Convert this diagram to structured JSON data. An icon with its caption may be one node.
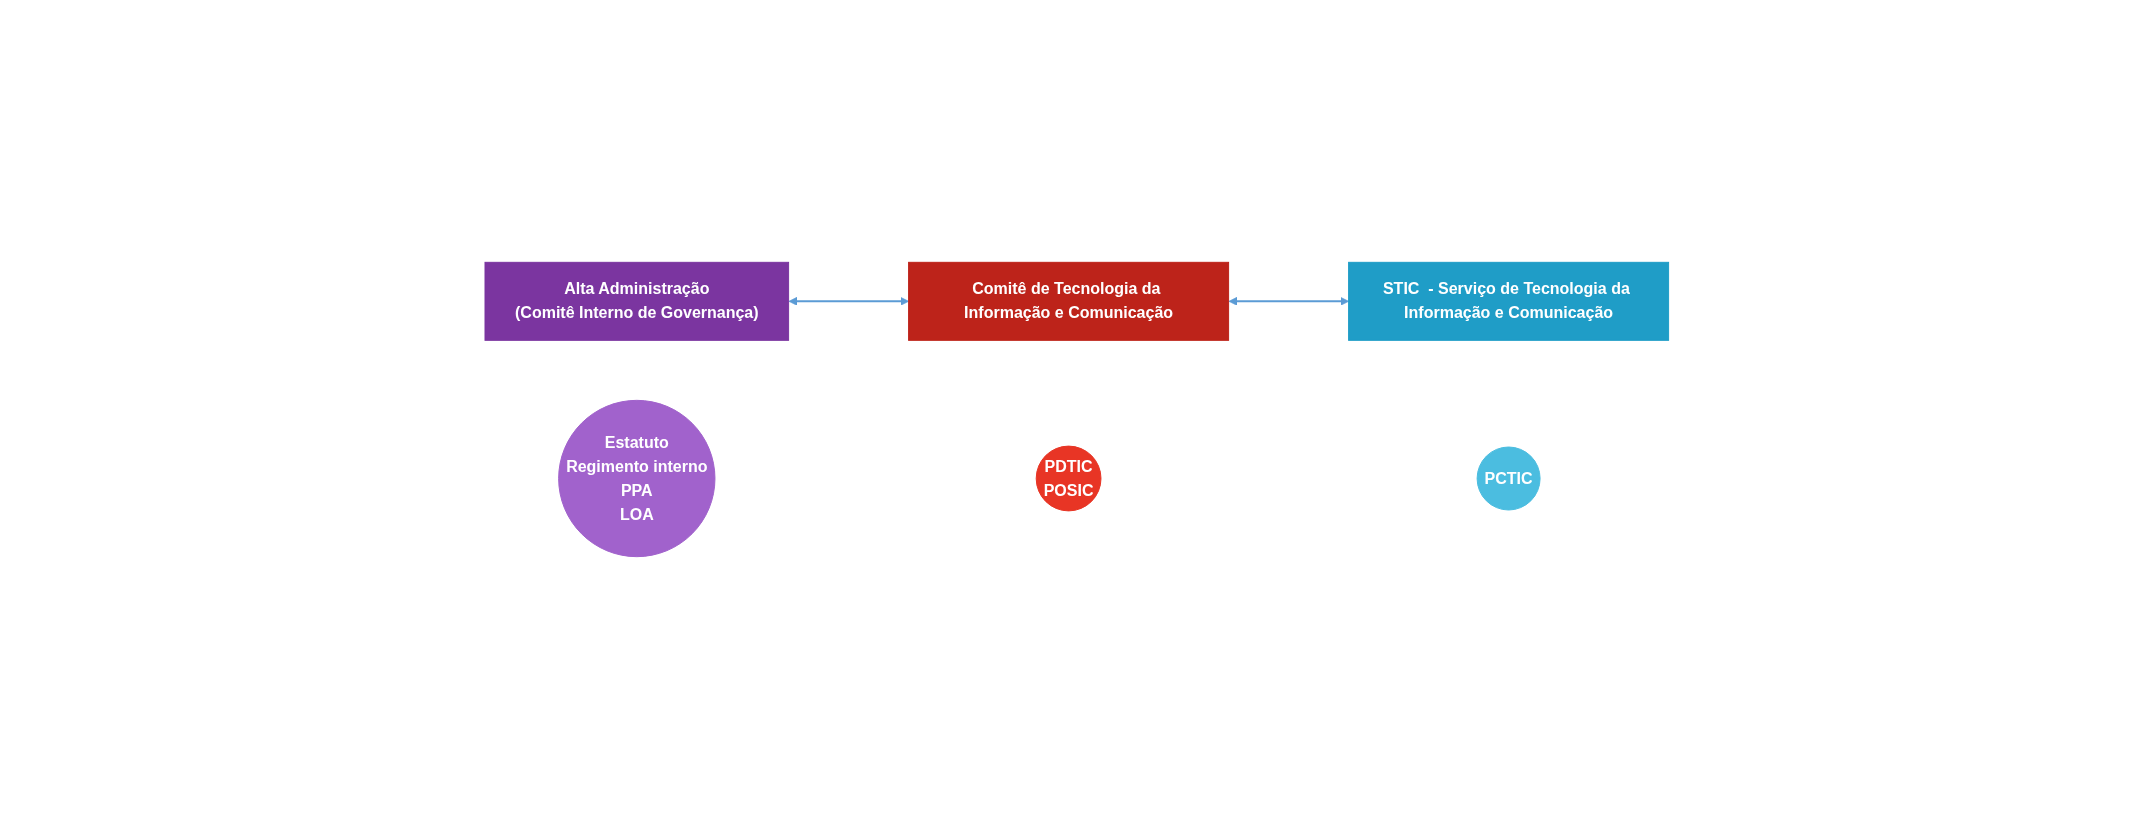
{
  "diagram": {
    "nodes": [
      {
        "text": [
          "Alta Administração",
          "(Comitê Interno de Governança)"
        ]
      },
      {
        "text": [
          "Comitê de Tecnologia da Informação e Comunicação"
        ]
      },
      {
        "text": [
          "STIC  - Serviço de Tecnologia da Informação e Comunicação"
        ]
      },
      {
        "text": [
          "Estatuto",
          "Regimento interno",
          "PPA",
          "LOA"
        ]
      },
      {
        "text": [
          "PDTIC",
          "POSIC"
        ]
      },
      {
        "text": [
          "PCTIC"
        ]
      }
    ],
    "edges": [
      {
        "from": 0,
        "to": 1,
        "arrow": "both"
      },
      {
        "from": 1,
        "to": 2,
        "arrow": "both"
      }
    ]
  }
}
